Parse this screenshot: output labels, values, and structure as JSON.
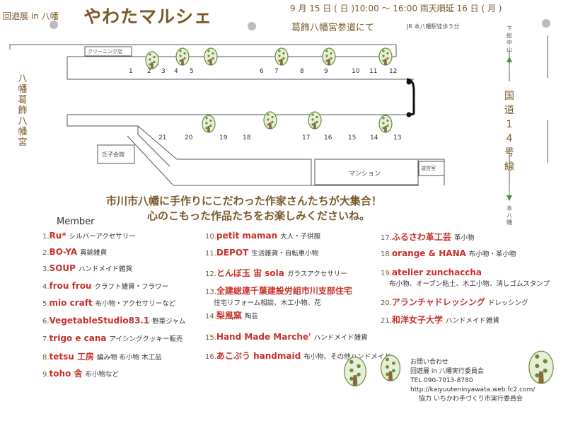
{
  "header": {
    "tour_label": "回遊展 in 八幡",
    "title": "やわたマルシェ",
    "date": "9 月 15 日 ( 日 )10:00 ～ 16:00  雨天順延 16 日 ( 月 )",
    "venue": "葛飾八幡宮参道にて",
    "access": "JR 本八幡駅徒歩５分"
  },
  "map": {
    "left_label": "八幡葛飾八幡宮",
    "right_road": "国道14号線",
    "top_right": "下総中山",
    "bottom_right": "本八幡",
    "cleaning_shop": "クリーニング店",
    "ujiko_hall": "氏子会館",
    "mansion": "マンション",
    "office": "運営室",
    "stall_numbers_top": [
      "1",
      "2",
      "3",
      "4",
      "5",
      "6",
      "7",
      "8",
      "9",
      "10",
      "11",
      "12"
    ],
    "stall_numbers_bottom": [
      "21",
      "20",
      "19",
      "18",
      "17",
      "16",
      "15",
      "14",
      "13"
    ]
  },
  "message": {
    "line1": "市川市八幡に手作りにこだわった作家さんたちが大集合！",
    "line2": "心のこもった作品たちをお楽しみくださいね。"
  },
  "members_title": "Member",
  "members": [
    {
      "num": "1.",
      "name": "Ru*",
      "desc": "シルバーアクセサリー"
    },
    {
      "num": "2.",
      "name": "BO-YA",
      "desc": "真鍮雑貨"
    },
    {
      "num": "3.",
      "name": "SOUP",
      "desc": "ハンドメイド雑貨"
    },
    {
      "num": "4.",
      "name": "frou frou",
      "desc": "クラフト雑貨・フラワー"
    },
    {
      "num": "5.",
      "name": "mio craft",
      "desc": "布小物・アクセサリーなど"
    },
    {
      "num": "6.",
      "name": "VegetableStudio83.1",
      "desc": "野菜ジャム"
    },
    {
      "num": "7.",
      "name": "trigo e cana",
      "desc": "アイシングクッキー販売"
    },
    {
      "num": "8.",
      "name": "tetsu 工房",
      "desc": "編み物 布小物 木工品"
    },
    {
      "num": "9.",
      "name": "toho 舎",
      "desc": "布小物など"
    },
    {
      "num": "10.",
      "name": "petit maman",
      "desc": "大人・子供服"
    },
    {
      "num": "11.",
      "name": "DEPOT",
      "desc": "生活雑貨・自転車小物"
    },
    {
      "num": "12.",
      "name": "とんぼ玉  宙 sola",
      "desc": "ガラスアクセサリー"
    },
    {
      "num": "13.",
      "name": "全建総連千葉建設労組市川支部住宅",
      "desc": "住宅リフォーム相談、木工小物、花"
    },
    {
      "num": "14.",
      "name": "梨風窯",
      "desc": "陶芸"
    },
    {
      "num": "15.",
      "name": "Hand Made  Marche'",
      "desc": "ハンドメイド雑貨"
    },
    {
      "num": "16.",
      "name": "あこぷう handmaid",
      "desc": "布小物、その他ハンドメイド"
    },
    {
      "num": "17.",
      "name": "ふるさわ革工芸",
      "desc": "革小物"
    },
    {
      "num": "18.",
      "name": "orange & HANA",
      "desc": "布小物・革小物"
    },
    {
      "num": "19.",
      "name": "atelier zunchaccha",
      "desc": "布小物、オーブン粘土、木工小物、消しゴムスタンプ"
    },
    {
      "num": "20.",
      "name": "アランチャドレッシング",
      "desc": "ドレッシング"
    },
    {
      "num": "21.",
      "name": "和洋女子大学",
      "desc": "ハンドメイド雑貨"
    }
  ],
  "contact": {
    "title": "お問い合わせ",
    "org": "回遊展 in 八幡実行委員会",
    "tel": "TEL  090-7013-8780",
    "url": "http://kaiyuuteninyawata.web.fc2.com/",
    "support": "協力  いちかわ手づくり市実行委員会"
  },
  "colors": {
    "accent_red": "#c8312a",
    "brown": "#7a5a2a",
    "tree_green": "#6a8a3a"
  }
}
